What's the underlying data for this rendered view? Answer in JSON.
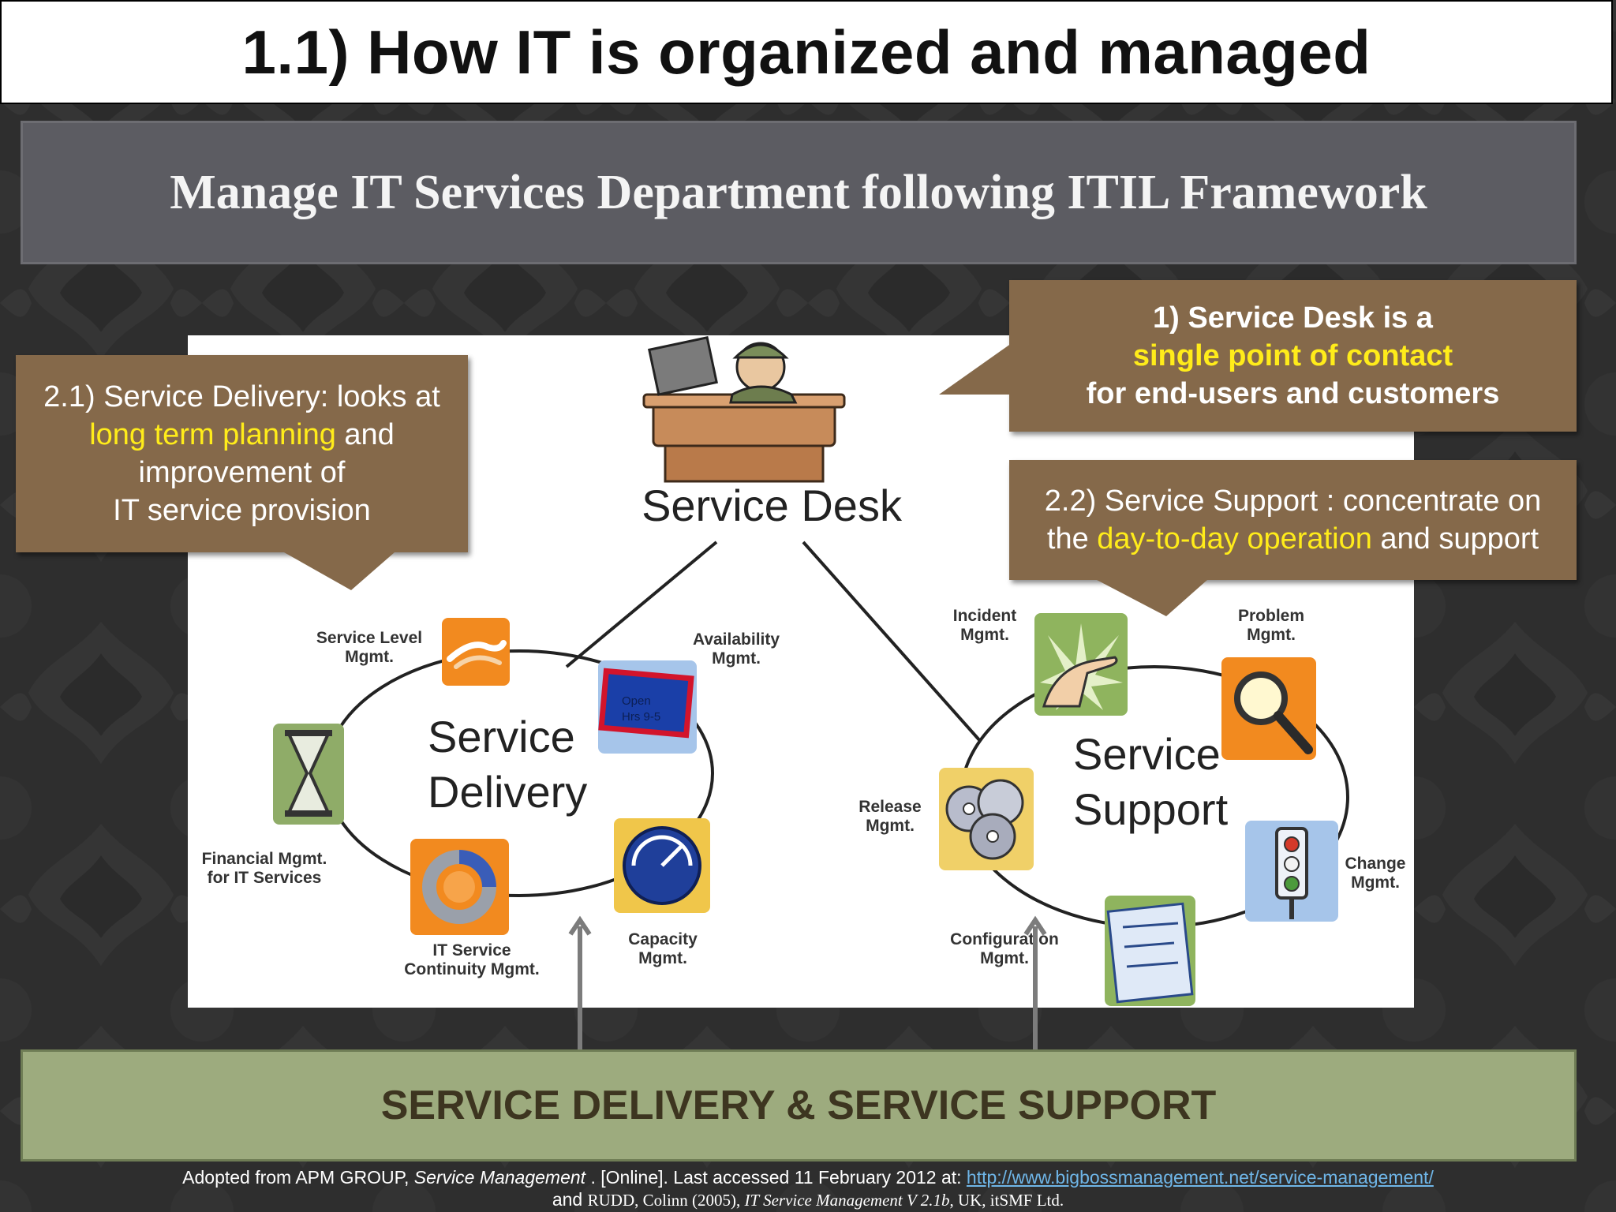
{
  "slide": {
    "title": "1.1) How IT is organized and managed",
    "subtitle": "Manage IT Services Department following ITIL Framework"
  },
  "diagram": {
    "service_desk": "Service Desk",
    "service_delivery": [
      "Service",
      "Delivery"
    ],
    "service_support": [
      "Service",
      "Support"
    ],
    "delivery_processes": [
      {
        "id": "slm",
        "label": [
          "Service Level",
          "Mgmt."
        ],
        "icon": "handshake-icon"
      },
      {
        "id": "avail",
        "label": [
          "Availability",
          "Mgmt."
        ],
        "icon": "open-sign-icon"
      },
      {
        "id": "fin",
        "label": [
          "Financial Mgmt.",
          "for IT Services"
        ],
        "icon": "hourglass-icon"
      },
      {
        "id": "cont",
        "label": [
          "IT Service",
          "Continuity Mgmt."
        ],
        "icon": "cycle-arrows-icon"
      },
      {
        "id": "cap",
        "label": [
          "Capacity",
          "Mgmt."
        ],
        "icon": "gauge-icon"
      }
    ],
    "support_processes": [
      {
        "id": "inc",
        "label": [
          "Incident",
          "Mgmt."
        ],
        "icon": "pointing-hand-icon"
      },
      {
        "id": "prob",
        "label": [
          "Problem",
          "Mgmt."
        ],
        "icon": "magnifier-icon"
      },
      {
        "id": "rel",
        "label": [
          "Release",
          "Mgmt."
        ],
        "icon": "discs-icon"
      },
      {
        "id": "chg",
        "label": [
          "Change",
          "Mgmt."
        ],
        "icon": "traffic-light-icon"
      },
      {
        "id": "cfg",
        "label": [
          "Configuration",
          "Mgmt."
        ],
        "icon": "blueprint-icon"
      }
    ],
    "open_sign": [
      "Open",
      "Hrs 9-5"
    ]
  },
  "callouts": {
    "service_desk": {
      "line1": "1) Service Desk is a",
      "line2": "single point of contact",
      "line3": "for end-users and customers"
    },
    "delivery": {
      "line1": "2.1) Service Delivery: looks at",
      "line2_hl": "long term planning",
      "line2_rest": " and",
      "line3": "improvement of",
      "line4": "IT service provision"
    },
    "support": {
      "line1": "2.2) Service Support : concentrate on",
      "line2_pre": "the ",
      "line2_hl": "day-to-day operation",
      "line2_rest": " and support"
    }
  },
  "bottom_banner": "SERVICE DELIVERY & SERVICE SUPPORT",
  "footer": {
    "line1_pre": "Adopted from APM GROUP, ",
    "line1_title": "Service Management",
    "line1_mid": " . [Online]. Last accessed 11 February 2012 at: ",
    "line1_link": "http://www.bigbossmanagement.net/service-management/",
    "line2_pre": "and ",
    "line2_author": "RUDD, Colinn (2005), ",
    "line2_title": "IT Service Management V 2.1b",
    "line2_rest": ", UK, itSMF Ltd."
  },
  "colors": {
    "callout_bg": "#85694a",
    "highlight": "#ffec1a",
    "banner_bg": "#9dab7e",
    "subtitle_bg": "#5c5c62"
  }
}
